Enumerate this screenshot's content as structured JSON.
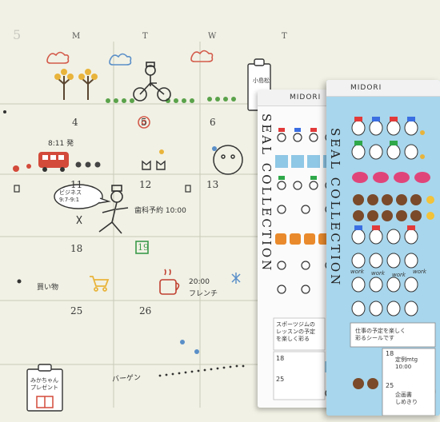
{
  "week_days": [
    "M",
    "T",
    "W",
    "T"
  ],
  "faint_number": "5",
  "dates": [
    "4",
    "5",
    "6",
    "11",
    "12",
    "13",
    "18",
    "19",
    "25",
    "26"
  ],
  "notes": {
    "memo_card": "小島松",
    "train_time": "8:11 発",
    "speech": "ビジネス\n9:7-9:1",
    "appointment": "歯科予約 10:00",
    "shopping": "買い物",
    "dinner_time": "20:00",
    "dinner_label": "フレンチ",
    "gift_label": "みかちゃん\nプレゼント",
    "bargain": "バーゲン"
  },
  "sheet_white": {
    "brand": "MIDORI",
    "title": "SEAL COLLECTION",
    "card_text": "スポーツジムの\nレッスンの予定\nを楽しく彩る",
    "dates": [
      "18",
      "25"
    ]
  },
  "sheet_blue": {
    "brand": "MIDORI",
    "title": "SEAL COLLECTION",
    "work_words": [
      "work",
      "work",
      "work",
      "work"
    ],
    "card_text": "仕事の予定を楽しく\n彩るシールです",
    "entries": [
      {
        "date": "18",
        "text": "定例mtg\n10:00"
      },
      {
        "date": "25",
        "text": "企画書\nしめきり"
      }
    ]
  },
  "colors": {
    "paper": "#f1f1e5",
    "grid_line": "#c9cbb8",
    "sheet_blue": "#a8d6ec",
    "accent_red": "#d34a3a",
    "accent_yellow": "#e9b43b",
    "accent_green": "#5aa24a"
  }
}
